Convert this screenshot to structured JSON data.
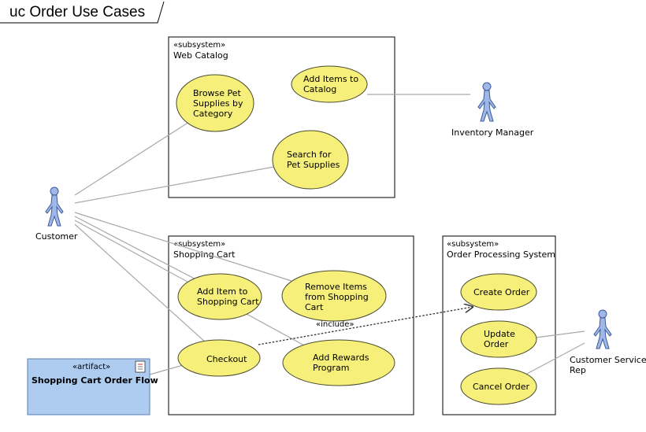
{
  "frame": {
    "title": "uc Order Use Cases"
  },
  "subsystems": {
    "web_catalog": {
      "stereotype": "«subsystem»",
      "name": "Web Catalog"
    },
    "shopping_cart": {
      "stereotype": "«subsystem»",
      "name": "Shopping Cart"
    },
    "order_processing": {
      "stereotype": "«subsystem»",
      "name": "Order Processing System"
    }
  },
  "use_cases": {
    "browse": [
      "Browse Pet",
      "Supplies by",
      "Category"
    ],
    "add_items_catalog": [
      "Add Items to",
      "Catalog"
    ],
    "search": [
      "Search for",
      "Pet Supplies"
    ],
    "add_item_cart": [
      "Add Item to",
      "Shopping Cart"
    ],
    "remove_items": [
      "Remove Items",
      "from Shopping",
      "Cart"
    ],
    "checkout": [
      "Checkout"
    ],
    "add_rewards": [
      "Add Rewards",
      "Program"
    ],
    "create_order": [
      "Create Order"
    ],
    "update_order": [
      "Update",
      "Order"
    ],
    "cancel_order": [
      "Cancel Order"
    ]
  },
  "actors": {
    "customer": [
      "Customer"
    ],
    "inventory_manager": [
      "Inventory Manager"
    ],
    "customer_service": [
      "Customer Service",
      "Rep"
    ]
  },
  "artifact": {
    "stereotype": "«artifact»",
    "name": "Shopping Cart Order Flow"
  },
  "relationships": {
    "include_label": "«include»"
  },
  "colors": {
    "use_case_fill": "#f6f07a",
    "actor_fill": "#9fb8e8",
    "artifact_fill": "#aecbf0",
    "association_line": "#a8a8a8"
  }
}
